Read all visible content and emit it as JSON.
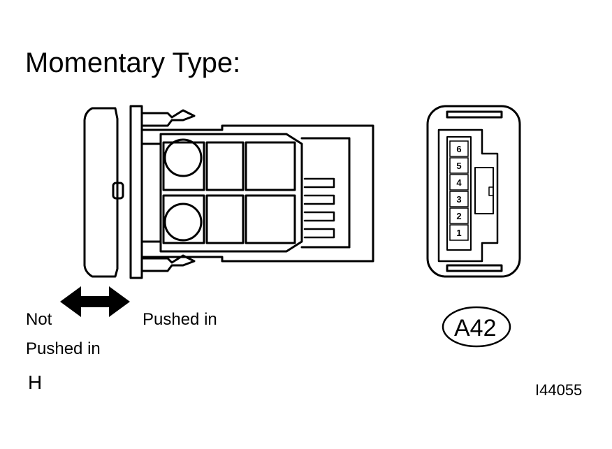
{
  "title": "Momentary Type:",
  "direction": {
    "left_label_line1": "Not",
    "left_label_line2": "Pushed  in",
    "right_label": "Pushed in"
  },
  "switch_state": "H",
  "connector": {
    "id": "A42",
    "pins": [
      "6",
      "5",
      "4",
      "3",
      "2",
      "1"
    ]
  },
  "figure_code": "I44055"
}
